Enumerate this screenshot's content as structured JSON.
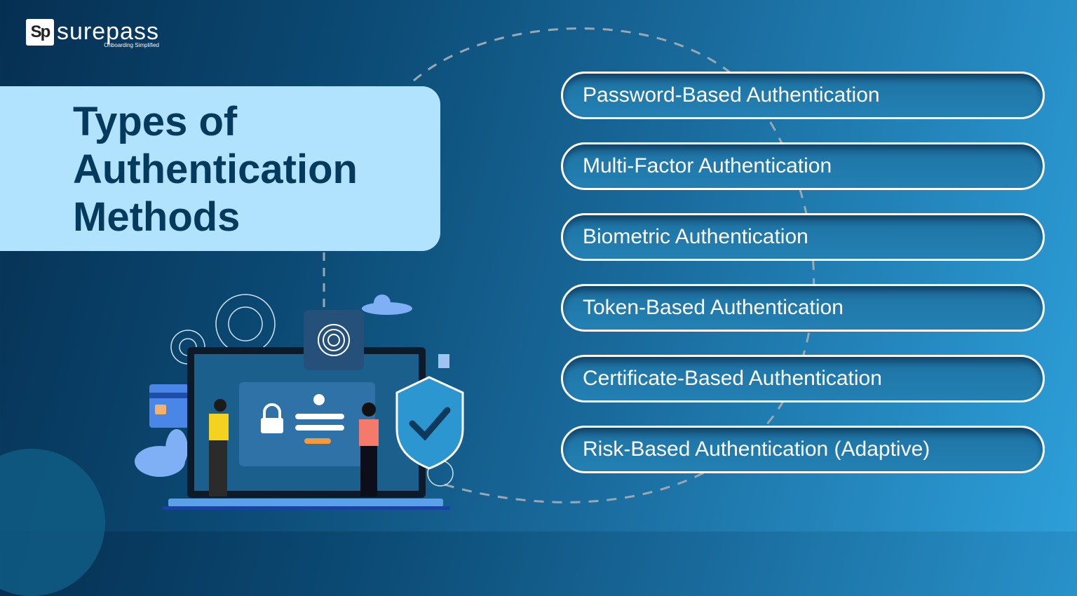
{
  "brand": {
    "logo_mark": "Sp",
    "name": "surepass",
    "tagline": "Onboarding Simplified"
  },
  "title": {
    "lines": [
      "Types of",
      "Authentication",
      "Methods"
    ]
  },
  "methods": [
    {
      "label": "Password-Based Authentication"
    },
    {
      "label": "Multi-Factor Authentication"
    },
    {
      "label": "Biometric Authentication"
    },
    {
      "label": "Token-Based Authentication"
    },
    {
      "label": "Certificate-Based Authentication"
    },
    {
      "label": "Risk-Based Authentication (Adaptive)"
    }
  ],
  "illustration": {
    "icons": [
      "gear-icon",
      "fingerprint-icon",
      "cloud-icon",
      "document-icon",
      "credit-card-icon",
      "lock-icon",
      "user-icon",
      "shield-check-icon",
      "laptop-icon"
    ]
  },
  "colors": {
    "title_bg": "#b1e3ff",
    "title_text": "#063a5c",
    "bg_dark": "#062f52",
    "bg_light": "#2d9fd9"
  }
}
